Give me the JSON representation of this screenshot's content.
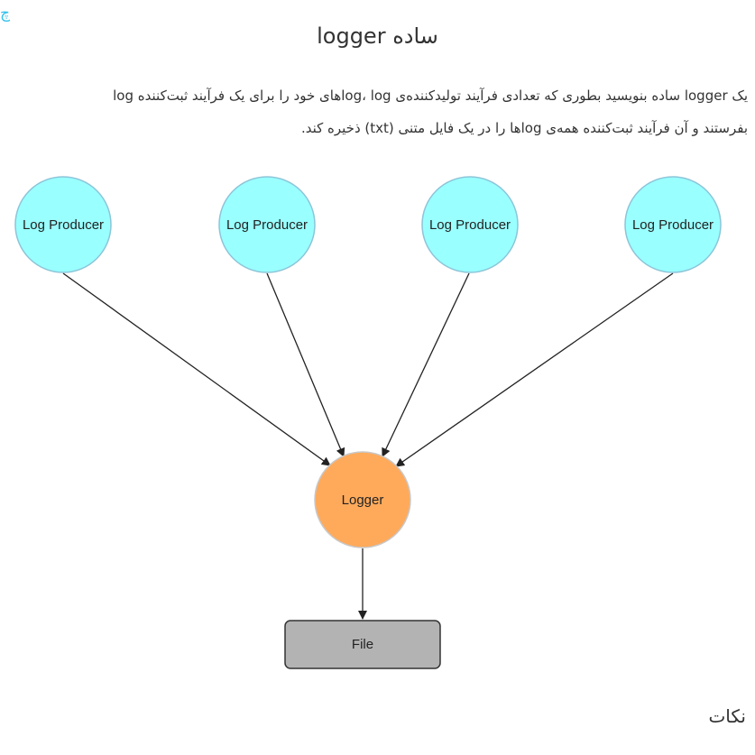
{
  "header": {
    "corner_glyph": "چ"
  },
  "page": {
    "title": "logger ساده",
    "description_line1": "یک logger ساده بنویسید بطوری که تعدادی فرآیند تولیدکننده‌ی log، logهای خود را برای یک فرآیند ثبت‌کننده log",
    "description_line2": "بفرستند و آن فرآیند ثبت‌کننده همه‌ی logها را در یک فایل متنی (txt) ذخیره کند.",
    "section_heading": "نکات"
  },
  "diagram": {
    "producers": [
      {
        "label": "Log Producer"
      },
      {
        "label": "Log Producer"
      },
      {
        "label": "Log Producer"
      },
      {
        "label": "Log Producer"
      }
    ],
    "logger": {
      "label": "Logger"
    },
    "file": {
      "label": "File"
    },
    "colors": {
      "producer_fill": "#99ffff",
      "producer_stroke": "#8cc5d8",
      "logger_fill": "#ffaa5b",
      "logger_stroke": "#c8c8c8",
      "file_fill": "#b3b3b3",
      "file_stroke": "#333333",
      "arrow": "#222222"
    }
  }
}
